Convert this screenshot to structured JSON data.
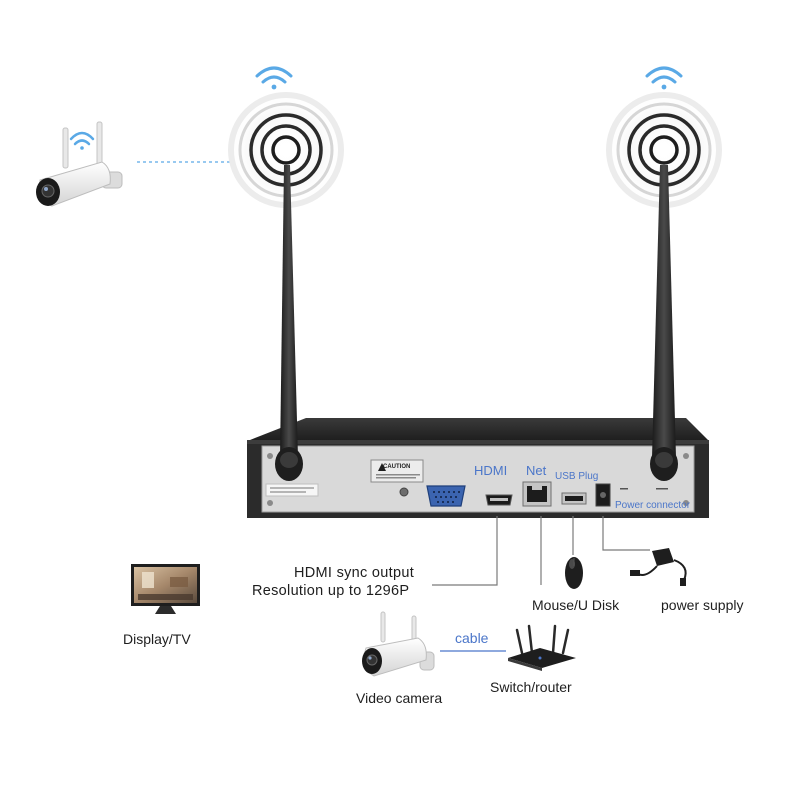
{
  "port_labels": {
    "hdmi": "HDMI",
    "net": "Net",
    "usb": "USB Plug",
    "power": "Power connector"
  },
  "panel_text": {
    "caution": "CAUTION"
  },
  "labels": {
    "hdmi_sync_line1": "HDMI sync output",
    "hdmi_sync_line2": "Resolution up to 1296P",
    "mouse_disk": "Mouse/U Disk",
    "power_supply": "power supply",
    "display_tv": "Display/TV",
    "cable": "cable",
    "video_camera": "Video camera",
    "switch_router": "Switch/router"
  },
  "colors": {
    "accent_blue": "#4b76c9",
    "wifi_blue": "#5aa9e6",
    "nvr_body": "#2b2b2b",
    "label_text": "#1e1e1e"
  },
  "icons": [
    "wifi-icon",
    "wireless-camera-icon",
    "nvr-recorder-icon",
    "antenna-icon",
    "monitor-icon",
    "mouse-icon",
    "power-adapter-icon",
    "router-icon"
  ]
}
